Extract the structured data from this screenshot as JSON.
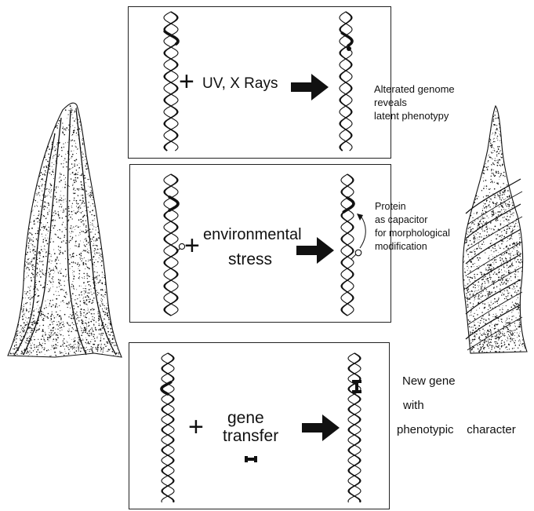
{
  "panels": [
    {
      "id": "uv",
      "operator": "+",
      "agent": "UV, X Rays",
      "result": [
        "Alterated genome",
        "reveals",
        "latent phenotypy"
      ]
    },
    {
      "id": "stress",
      "operator": "+",
      "agent": [
        "environmental",
        "stress"
      ],
      "result": [
        "Protein",
        "as capacitor",
        "for morphological",
        "modification"
      ]
    },
    {
      "id": "transfer",
      "operator": "+",
      "agent": [
        "gene",
        "transfer"
      ],
      "result": [
        "New gene",
        "with",
        "phenotypic    character"
      ]
    }
  ],
  "specimens": [
    {
      "side": "left",
      "form": "straight-ribbed"
    },
    {
      "side": "right",
      "form": "spirally-twisted"
    }
  ],
  "colors": {
    "ink": "#111111",
    "background": "#ffffff"
  }
}
